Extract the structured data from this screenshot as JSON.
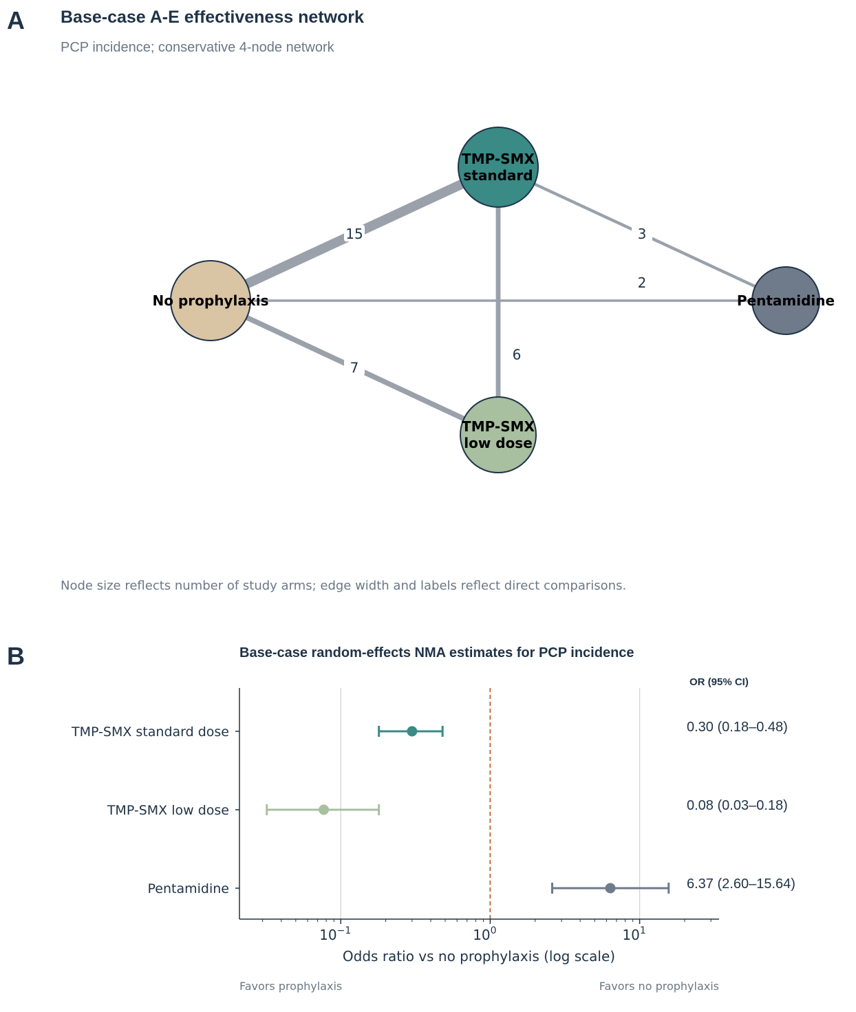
{
  "panel_a": {
    "letter": "A",
    "title": "Base-case A-E effectiveness network",
    "subtitle": "PCP incidence; conservative 4-node network",
    "note": "Node size reflects number of study arms; edge width and labels reflect direct comparisons."
  },
  "panel_b": {
    "letter": "B",
    "title": "Base-case random-effects NMA estimates for PCP incidence",
    "or_header": "OR (95% CI)",
    "favors_left": "Favors prophylaxis",
    "favors_right": "Favors no prophylaxis"
  },
  "chart_data": [
    {
      "type": "network",
      "nodes": [
        {
          "id": "none",
          "label_lines": [
            "No prophylaxis"
          ],
          "color": "#d9c4a3"
        },
        {
          "id": "std",
          "label_lines": [
            "TMP-SMX",
            "standard"
          ],
          "color": "#3a8a86"
        },
        {
          "id": "low",
          "label_lines": [
            "TMP-SMX",
            "low dose"
          ],
          "color": "#a8bfa0"
        },
        {
          "id": "pent",
          "label_lines": [
            "Pentamidine"
          ],
          "color": "#6f7b8a"
        }
      ],
      "edges": [
        {
          "source": "none",
          "target": "std",
          "comparisons": 15
        },
        {
          "source": "none",
          "target": "low",
          "comparisons": 7
        },
        {
          "source": "std",
          "target": "low",
          "comparisons": 6
        },
        {
          "source": "std",
          "target": "pent",
          "comparisons": 3
        },
        {
          "source": "none",
          "target": "pent",
          "comparisons": 2
        }
      ],
      "edge_color": "#9aa1ab",
      "node_border_color": "#1f3347"
    },
    {
      "type": "forest",
      "title": "Base-case random-effects NMA estimates for PCP incidence",
      "xlabel": "Odds ratio vs no prophylaxis (log scale)",
      "xscale": "log",
      "xlim": [
        0.021,
        34
      ],
      "reference_line": 1,
      "major_ticks": [
        {
          "value": 0.1,
          "base": "10",
          "exp": "−1"
        },
        {
          "value": 1,
          "base": "10",
          "exp": "0"
        },
        {
          "value": 10,
          "base": "10",
          "exp": "1"
        }
      ],
      "gridlines": [
        0.1,
        10
      ],
      "rows": [
        {
          "label": "TMP-SMX standard dose",
          "or": 0.3,
          "lo": 0.18,
          "hi": 0.48,
          "text": "0.30 (0.18–0.48)",
          "color": "#3a8a86"
        },
        {
          "label": "TMP-SMX low dose",
          "or": 0.077,
          "lo": 0.032,
          "hi": 0.18,
          "text": "0.08 (0.03–0.18)",
          "color": "#a8bfa0"
        },
        {
          "label": "Pentamidine",
          "or": 6.37,
          "lo": 2.6,
          "hi": 15.64,
          "text": "6.37 (2.60–15.64)",
          "color": "#6f7b8a"
        }
      ],
      "reference_color": "#c0703e",
      "grid_color": "#d3d3d3"
    }
  ]
}
